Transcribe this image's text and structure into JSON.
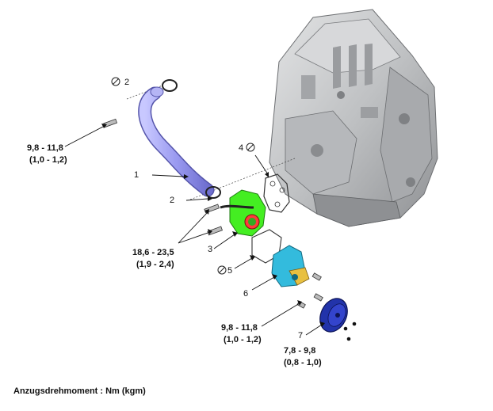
{
  "callouts": {
    "c1": "1",
    "c2a": "2",
    "c2b": "2",
    "c3": "3",
    "c4": "4",
    "c5": "5",
    "c6": "6",
    "c7": "7"
  },
  "torques": {
    "t1_line1": "9,8 - 11,8",
    "t1_line2": "(1,0 - 1,2)",
    "t2_line1": "18,6 - 23,5",
    "t2_line2": "(1,9 - 2,4)",
    "t3_line1": "9,8 - 11,8",
    "t3_line2": "(1,0 - 1,2)",
    "t4_line1": "7,8 - 9,8",
    "t4_line2": "(0,8 - 1,0)"
  },
  "legend": {
    "text": "Anzugsdrehmoment : Nm (kgm)"
  },
  "colors": {
    "hose": "#9a9af0",
    "thermostat_housing": "#44ee22",
    "water_pump": "#33bbdd",
    "pulley": "#2233aa",
    "engine": "#c4c6c8",
    "engine_dark": "#8e9093"
  },
  "icons": {
    "non_reusable": "no-reuse-icon"
  }
}
